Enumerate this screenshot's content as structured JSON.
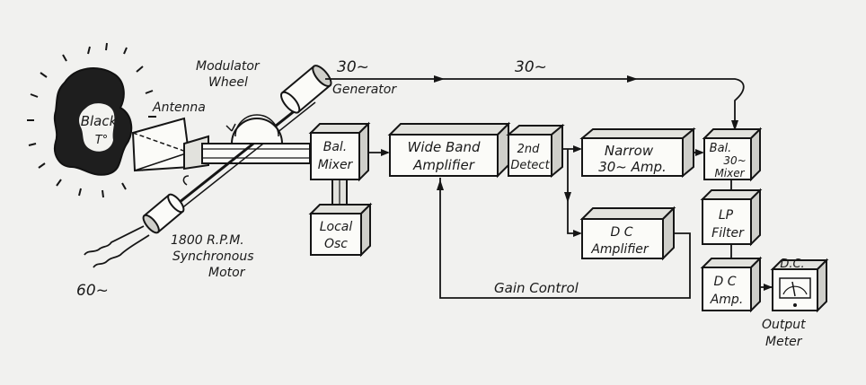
{
  "labels": {
    "modulator_wheel_1": "Modulator",
    "modulator_wheel_2": "Wheel",
    "antenna": "Antenna",
    "black_body_1": "Black",
    "black_body_2": "T°",
    "generator": "Generator",
    "freq_30_a": "30~",
    "freq_30_b": "30~",
    "bal_mixer_1": "Bal.",
    "bal_mixer_2": "Mixer",
    "local_osc_1": "Local",
    "local_osc_2": "Osc",
    "wideband_1": "Wide Band",
    "wideband_2": "Amplifier",
    "detect_1": "2nd",
    "detect_2": "Detect",
    "narrow_1": "Narrow",
    "narrow_2": "30~ Amp.",
    "bal30_1": "Bal.",
    "bal30_2": "30~",
    "bal30_3": "Mixer",
    "lp_1": "LP",
    "lp_2": "Filter",
    "dcamp_1": "D C",
    "dcamp_2": "Amplifier",
    "dcamp_small_1": "D C",
    "dcamp_small_2": "Amp.",
    "dc_meter": "D.C.",
    "output_meter_1": "Output",
    "output_meter_2": "Meter",
    "gain_control": "Gain Control",
    "motor_1": "1800 R.P.M.",
    "motor_2": "Synchronous",
    "motor_3": "Motor",
    "freq_60": "60~"
  }
}
